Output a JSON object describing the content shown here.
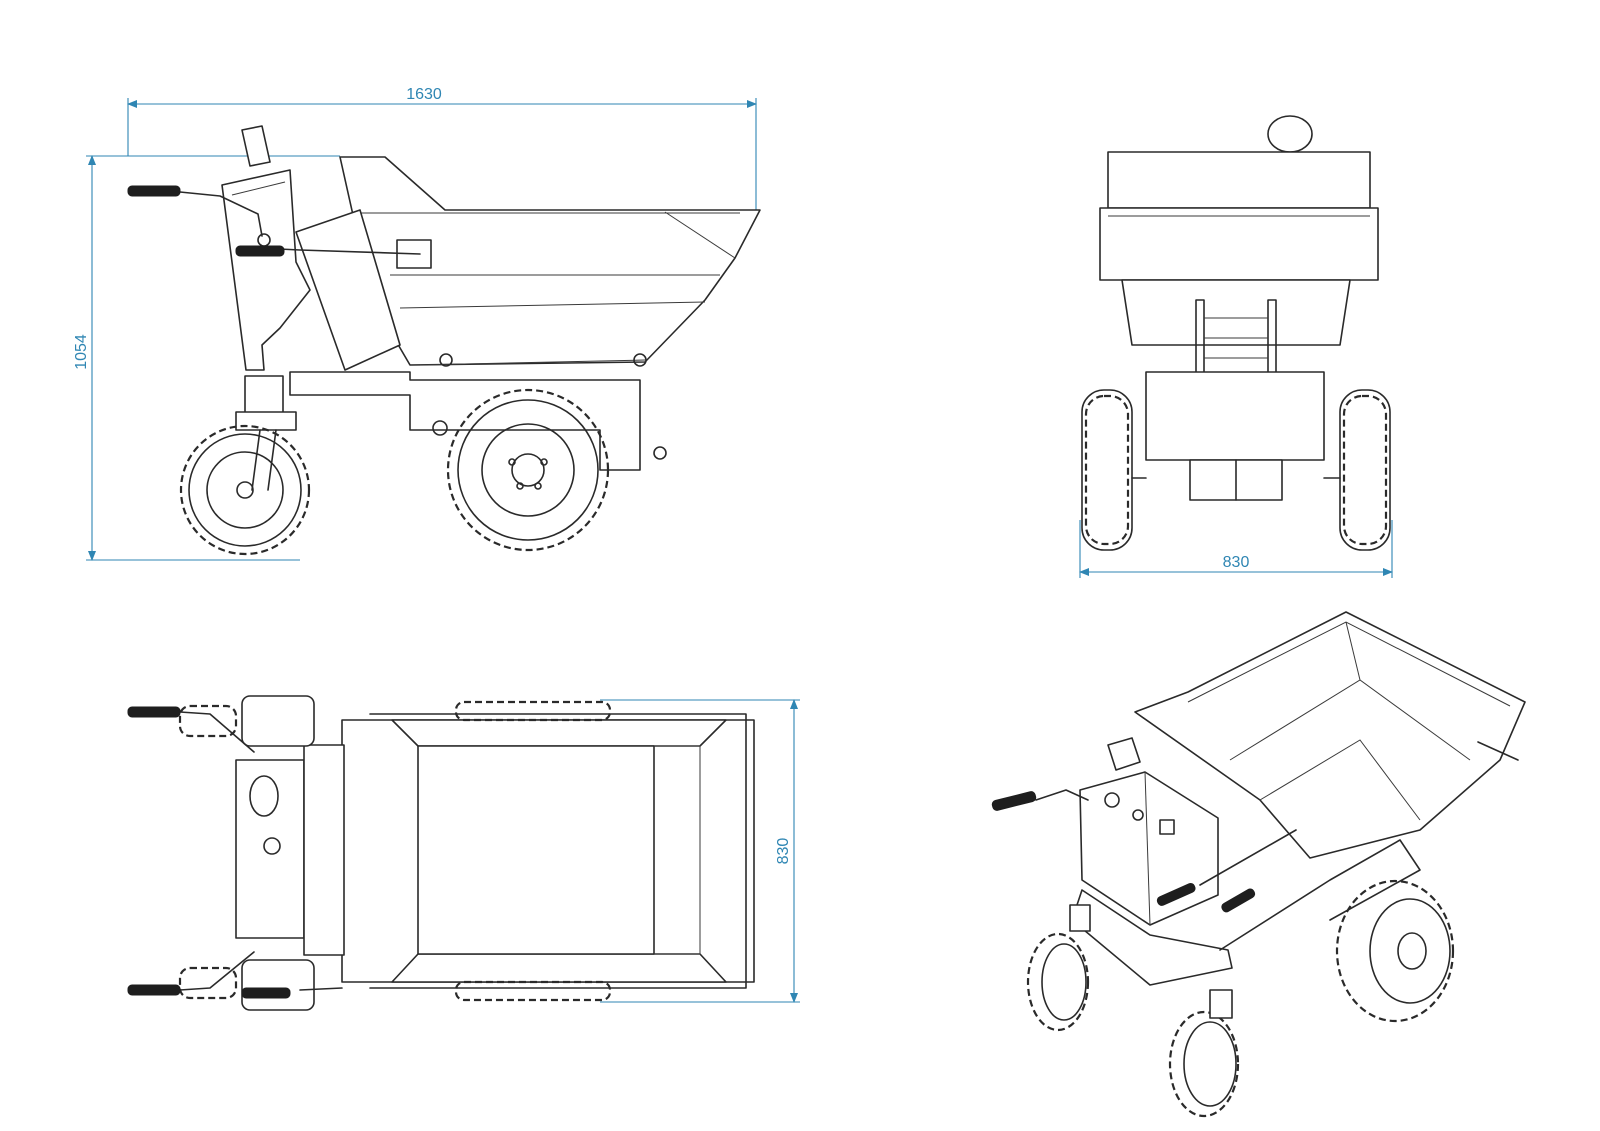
{
  "drawing": {
    "line_color": "#2a2a2a",
    "dimension_color": "#2f86b3",
    "views": [
      {
        "id": "side-view",
        "dimensions": {
          "length": "1630",
          "height": "1054"
        }
      },
      {
        "id": "front-view",
        "dimensions": {
          "width": "830"
        }
      },
      {
        "id": "top-view",
        "dimensions": {
          "width": "830"
        }
      },
      {
        "id": "isometric-view",
        "dimensions": {}
      }
    ]
  }
}
